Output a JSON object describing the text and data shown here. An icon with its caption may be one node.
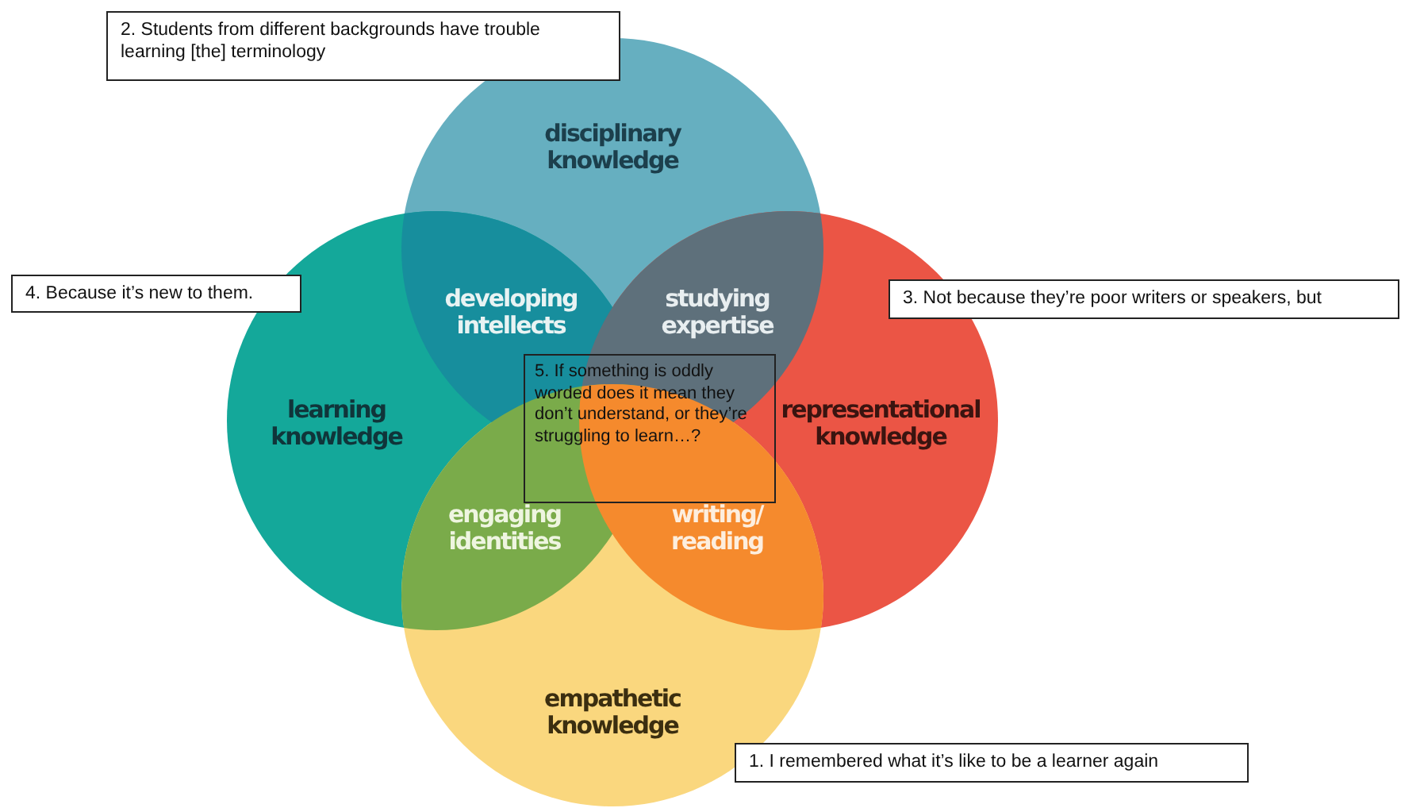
{
  "diagram": {
    "nodes": [
      {
        "text": [
          "2. Students from different backgrounds have trouble learning [the] terminology"
        ]
      },
      {
        "text": [
          "disciplinary knowledge"
        ]
      },
      {
        "text": [
          "4. Because it’s new to them."
        ]
      },
      {
        "text": [
          "developing intellects"
        ]
      },
      {
        "text": [
          "studying expertise"
        ]
      },
      {
        "text": [
          "3. Not because they’re poor writers or speakers, but"
        ]
      },
      {
        "text": [
          "learning knowledge"
        ]
      },
      {
        "text": [
          "5. If something is oddly worded does it mean they don’t understand, or they’re struggling to learn…?"
        ]
      },
      {
        "text": [
          "representational knowledge"
        ]
      },
      {
        "text": [
          "engaging identities"
        ]
      },
      {
        "text": [
          "writing/ reading"
        ]
      },
      {
        "text": [
          "empathetic knowledge"
        ]
      },
      {
        "text": [
          "1. I remembered what it’s like to be a learner again"
        ]
      }
    ],
    "edges": []
  }
}
